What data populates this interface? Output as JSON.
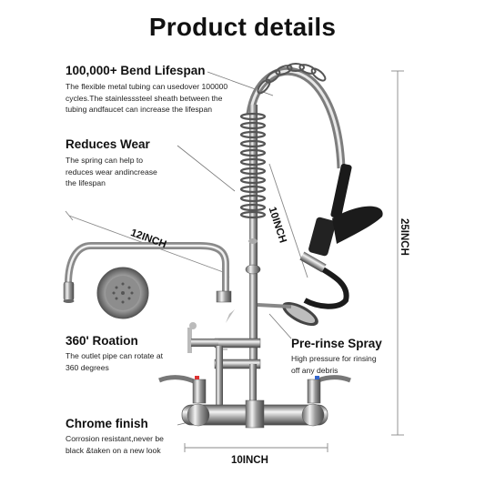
{
  "title": "Product details",
  "features": [
    {
      "title": "100,000+ Bend Lifespan",
      "desc": [
        "The flexible metal tubing can usedover 100000",
        "cycles.The stainlesssteel sheath between the",
        "tubing andfaucet can increase the lifespan"
      ]
    },
    {
      "title": "Reduces Wear",
      "desc": [
        "The spring can help to",
        "reduces wear andincrease",
        "the lifespan"
      ]
    },
    {
      "title": "360' Roation",
      "desc": [
        "The outlet pipe can rotate at",
        "360 degrees"
      ]
    },
    {
      "title": "Chrome finish",
      "desc": [
        "Corrosion resistant,never be",
        "black &taken on a new look"
      ]
    },
    {
      "title": "Pre-rinse Spray",
      "desc": [
        "High pressure for rinsing",
        "off any debris"
      ]
    }
  ],
  "dimensions": {
    "spout": "12INCH",
    "hose": "10INCH",
    "height": "25INCH",
    "width": "10INCH"
  }
}
